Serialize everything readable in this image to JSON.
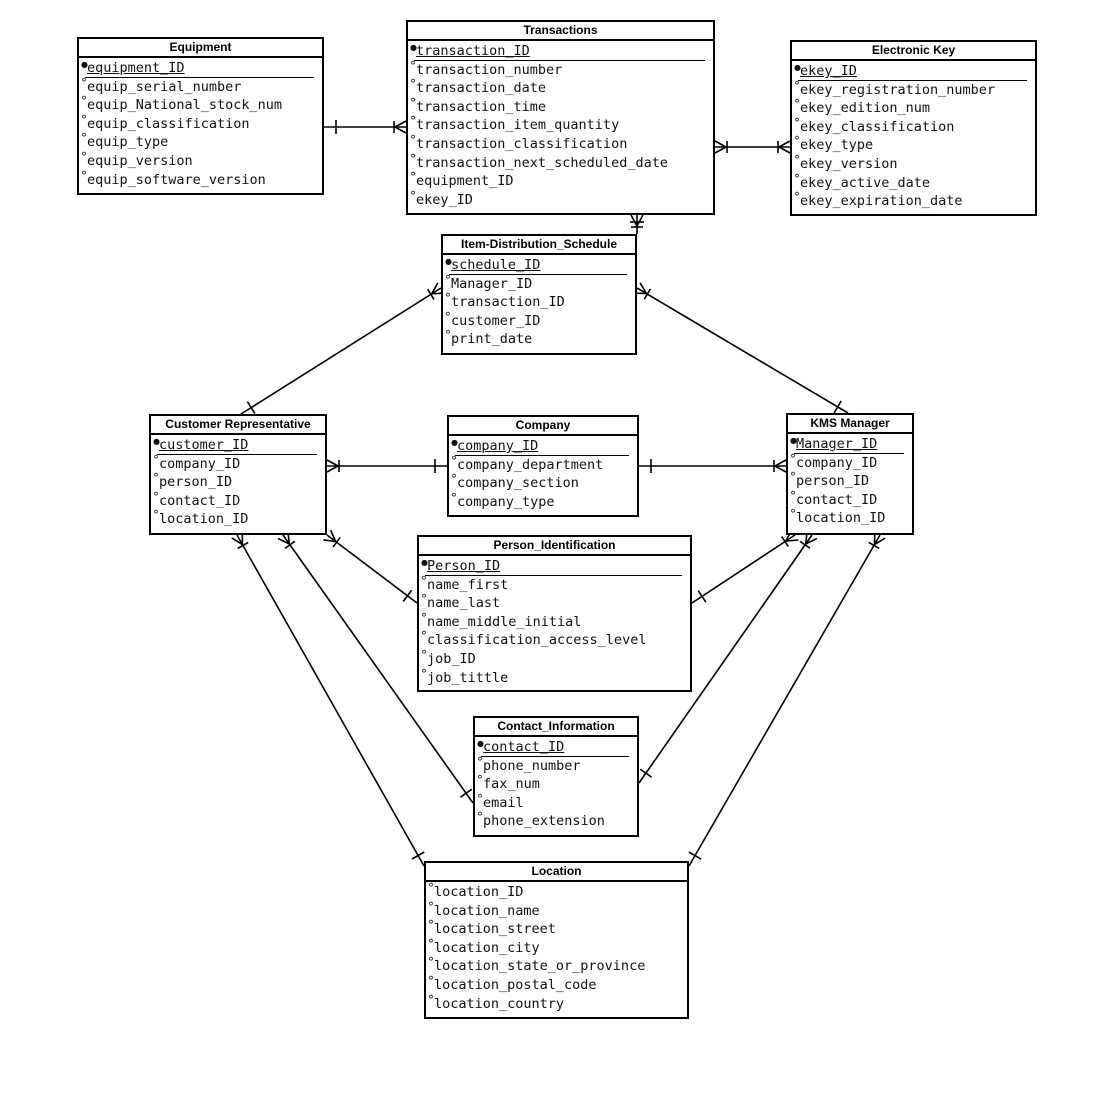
{
  "entities": {
    "equipment": {
      "title": "Equipment",
      "attributes": [
        {
          "name": "equipment_ID",
          "key": true
        },
        {
          "name": "equip_serial_number",
          "key": false
        },
        {
          "name": "equip_National_stock_num",
          "key": false
        },
        {
          "name": "equip_classification",
          "key": false
        },
        {
          "name": "equip_type",
          "key": false
        },
        {
          "name": "equip_version",
          "key": false
        },
        {
          "name": "equip_software_version",
          "key": false
        }
      ]
    },
    "transactions": {
      "title": "Transactions",
      "attributes": [
        {
          "name": "transaction_ID",
          "key": true
        },
        {
          "name": "transaction_number",
          "key": false
        },
        {
          "name": "transaction_date",
          "key": false
        },
        {
          "name": "transaction_time",
          "key": false
        },
        {
          "name": "transaction_item_quantity",
          "key": false
        },
        {
          "name": "transaction_classification",
          "key": false
        },
        {
          "name": "transaction_next_scheduled_date",
          "key": false
        },
        {
          "name": "equipment_ID",
          "key": false
        },
        {
          "name": "ekey_ID",
          "key": false
        }
      ]
    },
    "electronic_key": {
      "title": "Electronic Key",
      "attributes": [
        {
          "name": "ekey_ID",
          "key": true
        },
        {
          "name": "ekey_registration_number",
          "key": false
        },
        {
          "name": "ekey_edition_num",
          "key": false
        },
        {
          "name": "ekey_classification",
          "key": false
        },
        {
          "name": "ekey_type",
          "key": false
        },
        {
          "name": "ekey_version",
          "key": false
        },
        {
          "name": "ekey_active_date",
          "key": false
        },
        {
          "name": "ekey_expiration_date",
          "key": false
        }
      ]
    },
    "item_distribution_schedule": {
      "title": "Item-Distribution_Schedule",
      "attributes": [
        {
          "name": "schedule_ID",
          "key": true
        },
        {
          "name": "Manager_ID",
          "key": false
        },
        {
          "name": "transaction_ID",
          "key": false
        },
        {
          "name": "customer_ID",
          "key": false
        },
        {
          "name": "print_date",
          "key": false
        }
      ]
    },
    "customer_representative": {
      "title": "Customer Representative",
      "attributes": [
        {
          "name": "customer_ID",
          "key": true
        },
        {
          "name": "company_ID",
          "key": false
        },
        {
          "name": "person_ID",
          "key": false
        },
        {
          "name": "contact_ID",
          "key": false
        },
        {
          "name": "location_ID",
          "key": false
        }
      ]
    },
    "company": {
      "title": "Company",
      "attributes": [
        {
          "name": "company_ID",
          "key": true
        },
        {
          "name": "company_department",
          "key": false
        },
        {
          "name": "company_section",
          "key": false
        },
        {
          "name": "company_type",
          "key": false
        }
      ]
    },
    "kms_manager": {
      "title": "KMS Manager",
      "attributes": [
        {
          "name": "Manager_ID",
          "key": true
        },
        {
          "name": "company_ID",
          "key": false
        },
        {
          "name": "person_ID",
          "key": false
        },
        {
          "name": "contact_ID",
          "key": false
        },
        {
          "name": "location_ID",
          "key": false
        }
      ]
    },
    "person_identification": {
      "title": "Person_Identification",
      "attributes": [
        {
          "name": "Person_ID",
          "key": true
        },
        {
          "name": "name_first",
          "key": false
        },
        {
          "name": "name_last",
          "key": false
        },
        {
          "name": "name_middle_initial",
          "key": false
        },
        {
          "name": "classification_access_level",
          "key": false
        },
        {
          "name": "job_ID",
          "key": false
        },
        {
          "name": "job_tittle",
          "key": false
        }
      ]
    },
    "contact_information": {
      "title": "Contact_Information",
      "attributes": [
        {
          "name": "contact_ID",
          "key": true
        },
        {
          "name": "phone_number",
          "key": false
        },
        {
          "name": "fax_num",
          "key": false
        },
        {
          "name": "email",
          "key": false
        },
        {
          "name": "phone_extension",
          "key": false
        }
      ]
    },
    "location": {
      "title": "Location",
      "attributes": [
        {
          "name": "location_ID",
          "key": false
        },
        {
          "name": "location_name",
          "key": false
        },
        {
          "name": "location_street",
          "key": false
        },
        {
          "name": "location_city",
          "key": false
        },
        {
          "name": "location_state_or_province",
          "key": false
        },
        {
          "name": "location_postal_code",
          "key": false
        },
        {
          "name": "location_country",
          "key": false
        }
      ]
    }
  },
  "relationships": [
    {
      "from": "equipment",
      "to": "transactions",
      "from_end": "one",
      "to_end": "many"
    },
    {
      "from": "transactions",
      "to": "electronic_key",
      "from_end": "many",
      "to_end": "many"
    },
    {
      "from": "transactions",
      "to": "item_distribution_schedule",
      "from_end": "many",
      "to_end": "one"
    },
    {
      "from": "item_distribution_schedule",
      "to": "customer_representative",
      "from_end": "many",
      "to_end": "one"
    },
    {
      "from": "item_distribution_schedule",
      "to": "kms_manager",
      "from_end": "many",
      "to_end": "one"
    },
    {
      "from": "customer_representative",
      "to": "company",
      "from_end": "many",
      "to_end": "one"
    },
    {
      "from": "company",
      "to": "kms_manager",
      "from_end": "one",
      "to_end": "many"
    },
    {
      "from": "customer_representative",
      "to": "person_identification",
      "from_end": "many",
      "to_end": "one"
    },
    {
      "from": "person_identification",
      "to": "kms_manager",
      "from_end": "one",
      "to_end": "many"
    },
    {
      "from": "customer_representative",
      "to": "contact_information",
      "from_end": "many",
      "to_end": "one"
    },
    {
      "from": "contact_information",
      "to": "kms_manager",
      "from_end": "one",
      "to_end": "many"
    },
    {
      "from": "customer_representative",
      "to": "location",
      "from_end": "many",
      "to_end": "one"
    },
    {
      "from": "location",
      "to": "kms_manager",
      "from_end": "one",
      "to_end": "many"
    }
  ]
}
